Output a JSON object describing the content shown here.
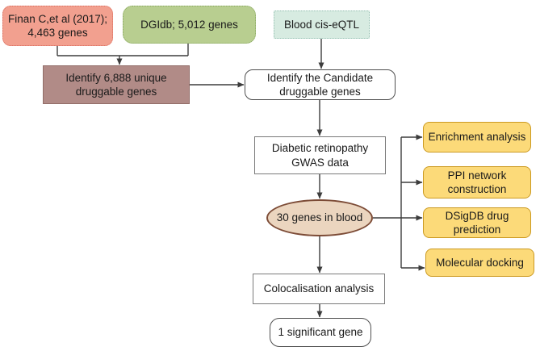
{
  "diagram": {
    "type": "flowchart",
    "nodes": {
      "finan": {
        "lines": [
          "Finan C,et al (2017);",
          "4,463 genes"
        ]
      },
      "dgidb": {
        "lines": [
          "DGIdb; 5,012 genes"
        ]
      },
      "blood_eqtl": {
        "lines": [
          "Blood cis-eQTL"
        ]
      },
      "unique": {
        "lines": [
          "Identify 6,888 unique",
          "druggable genes"
        ]
      },
      "candidate": {
        "lines": [
          "Identify the Candidate",
          "druggable genes"
        ]
      },
      "gwas": {
        "lines": [
          "Diabetic retinopathy",
          "GWAS data"
        ]
      },
      "blood_genes": {
        "lines": [
          "30 genes in blood"
        ]
      },
      "enrichment": {
        "lines": [
          "Enrichment analysis"
        ]
      },
      "ppi": {
        "lines": [
          "PPI network",
          "construction"
        ]
      },
      "dsigdb": {
        "lines": [
          "DSigDB drug",
          "prediction"
        ]
      },
      "docking": {
        "lines": [
          "Molecular docking"
        ]
      },
      "coloc": {
        "lines": [
          "Colocalisation analysis"
        ]
      },
      "significant": {
        "lines": [
          "1 significant gene"
        ]
      }
    },
    "edges": [
      "finan -> unique",
      "dgidb -> unique",
      "unique -> candidate",
      "blood_eqtl -> candidate",
      "candidate -> gwas",
      "gwas -> blood_genes",
      "blood_genes -> enrichment",
      "blood_genes -> ppi",
      "blood_genes -> dsigdb",
      "blood_genes -> docking",
      "blood_genes -> coloc",
      "coloc -> significant"
    ],
    "colors": {
      "canvas-bg": "#ffffff",
      "salmon-fill": "#f2a08f",
      "salmon-border": "#d96a5b",
      "green-fill": "#b8ce90",
      "green-border": "#84a45c",
      "teal-fill": "#d7ebe1",
      "teal-border": "#93bfb0",
      "brown-fill": "#b18b87",
      "brown-border": "#926d68",
      "ellipse-fill": "#ebd5bf",
      "ellipse-border": "#7c4b36",
      "yellow-fill": "#fcda79",
      "yellow-border": "#cc9a22",
      "box-border-gray": "#7a7a7a",
      "box-border-dark": "#4f4f4f",
      "line": "#3d3d3d",
      "text": "#1a1a1a"
    }
  }
}
